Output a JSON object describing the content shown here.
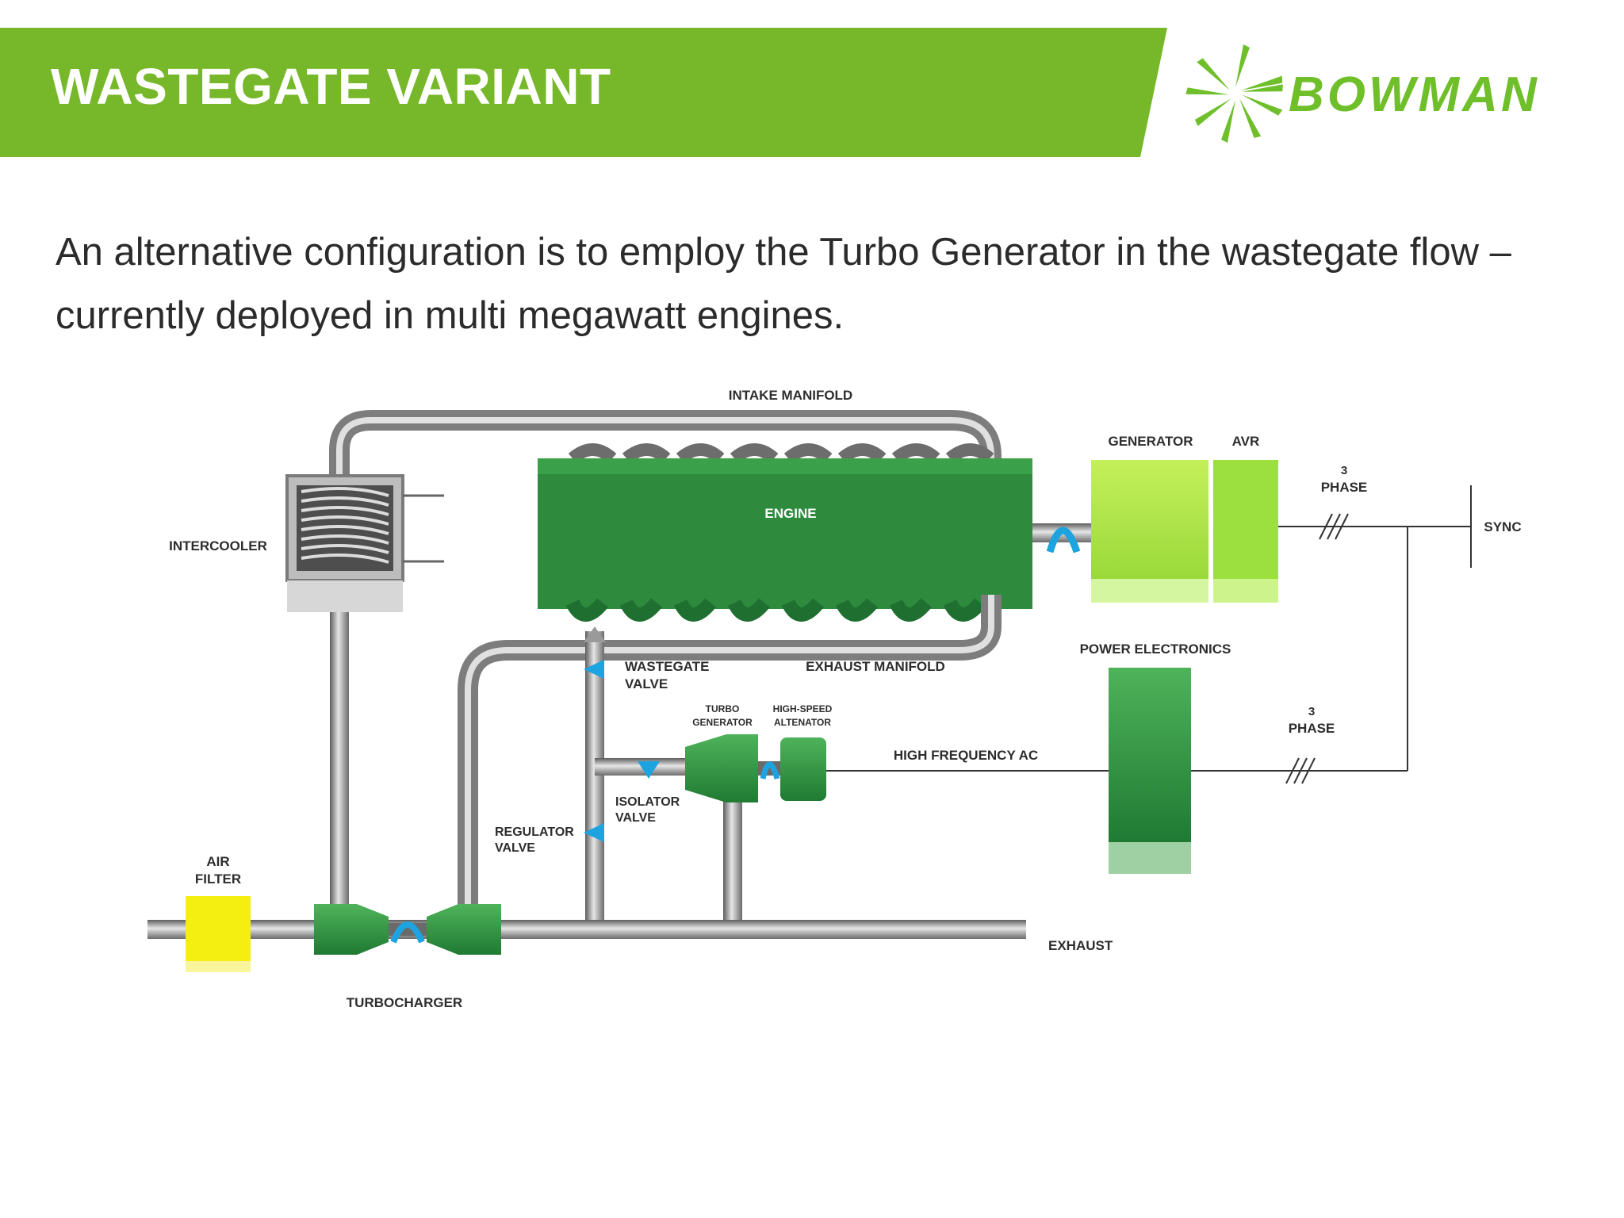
{
  "header": {
    "title": "WASTEGATE VARIANT",
    "accent_color": "#77b82a",
    "logo_text": "BOWMAN",
    "logo_icon": "turbine-burst-icon"
  },
  "intro_text": "An alternative configuration is to employ the Turbo Generator in the wastegate flow – currently deployed in multi megawatt engines.",
  "diagram": {
    "labels": {
      "intake_manifold": "INTAKE MANIFOLD",
      "intercooler": "INTERCOOLER",
      "engine": "ENGINE",
      "generator": "GENERATOR",
      "avr": "AVR",
      "three_phase_top": [
        "3",
        "PHASE"
      ],
      "sync": "SYNC",
      "power_electronics": "POWER ELECTRONICS",
      "wastegate_valve": [
        "WASTEGATE",
        "VALVE"
      ],
      "exhaust_manifold": "EXHAUST MANIFOLD",
      "turbo_generator": [
        "TURBO",
        "GENERATOR"
      ],
      "high_speed_alternator": [
        "HIGH-SPEED",
        "ALTENATOR"
      ],
      "high_frequency_ac": "HIGH FREQUENCY AC",
      "three_phase_bottom": [
        "3",
        "PHASE"
      ],
      "isolator_valve": [
        "ISOLATOR",
        "VALVE"
      ],
      "regulator_valve": [
        "REGULATOR",
        "VALVE"
      ],
      "air_filter": [
        "AIR",
        "FILTER"
      ],
      "exhaust": "EXHAUST",
      "turbocharger": "TURBOCHARGER"
    },
    "colors": {
      "engine": "#2e8b3e",
      "generator": "#aee84a",
      "avr": "#9be03f",
      "air_filter": "#f4ef10",
      "pipe": "#9a9a9a",
      "valve_marker": "#1da4e0",
      "wire": "#333333"
    }
  }
}
